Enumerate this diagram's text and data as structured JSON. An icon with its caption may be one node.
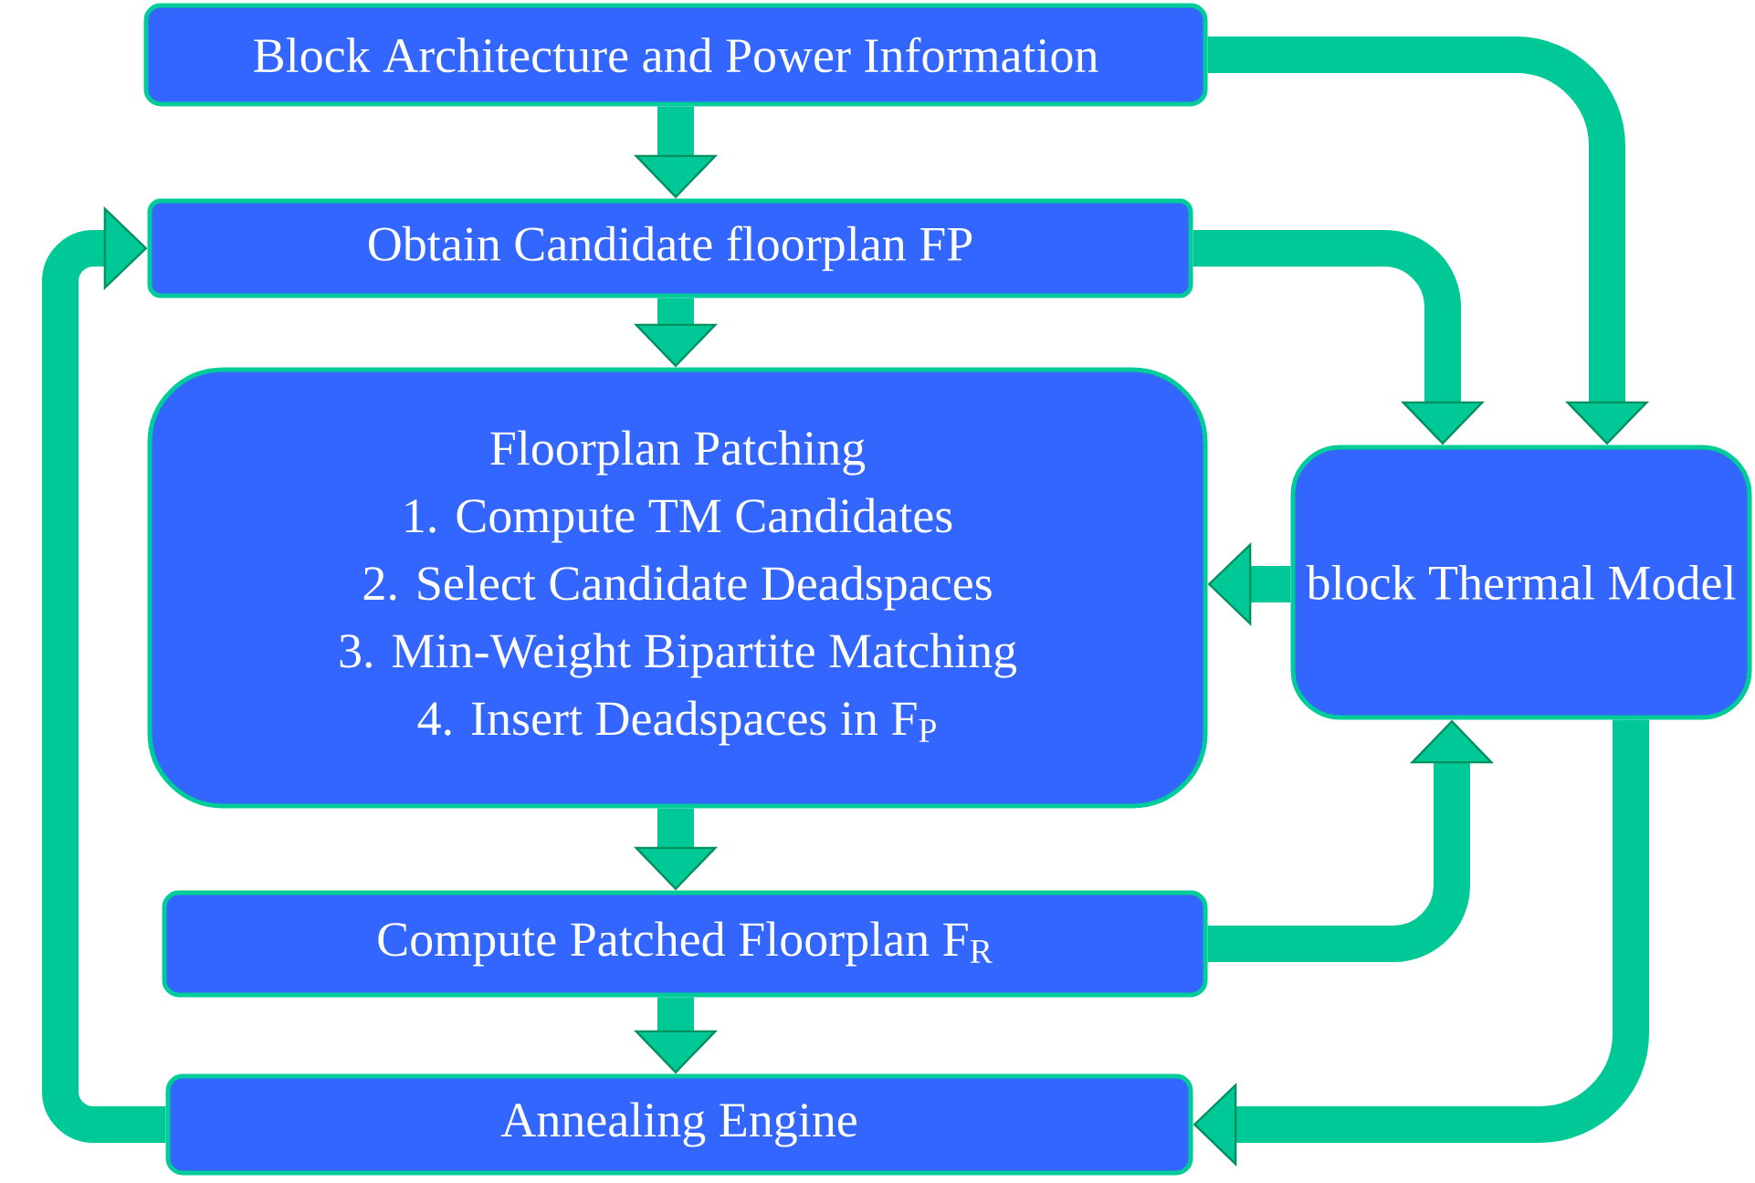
{
  "diagram": {
    "nodes": [
      {
        "text": [
          "Block Architecture and Power Information"
        ]
      },
      {
        "text": [
          "Obtain Candidate floorplan FP"
        ]
      },
      {
        "text": [
          "Floorplan Patching",
          "1.  Compute TM Candidates",
          "2.  Select Candidate Deadspaces",
          "3.  Min-Weight Bipartite Matching",
          "4.  Insert Deadspaces in F$_{P}$"
        ]
      },
      {
        "text": [
          "Compute Patched Floorplan F$_{R}$"
        ]
      },
      {
        "text": [
          "Annealing Engine"
        ]
      },
      {
        "text": [
          "block Thermal Model"
        ]
      }
    ],
    "edges": [
      {
        "from": 0,
        "to": 1,
        "arrow": "to"
      },
      {
        "from": 1,
        "to": 2,
        "arrow": "to"
      },
      {
        "from": 2,
        "to": 3,
        "arrow": "to"
      },
      {
        "from": 3,
        "to": 4,
        "arrow": "to"
      },
      {
        "from": 0,
        "to": 5,
        "arrow": "to"
      },
      {
        "from": 1,
        "to": 5,
        "arrow": "to"
      },
      {
        "from": 5,
        "to": 2,
        "arrow": "to"
      },
      {
        "from": 3,
        "to": 5,
        "arrow": "to"
      },
      {
        "from": 5,
        "to": 4,
        "arrow": "to"
      },
      {
        "from": 4,
        "to": 1,
        "arrow": "to"
      }
    ]
  }
}
